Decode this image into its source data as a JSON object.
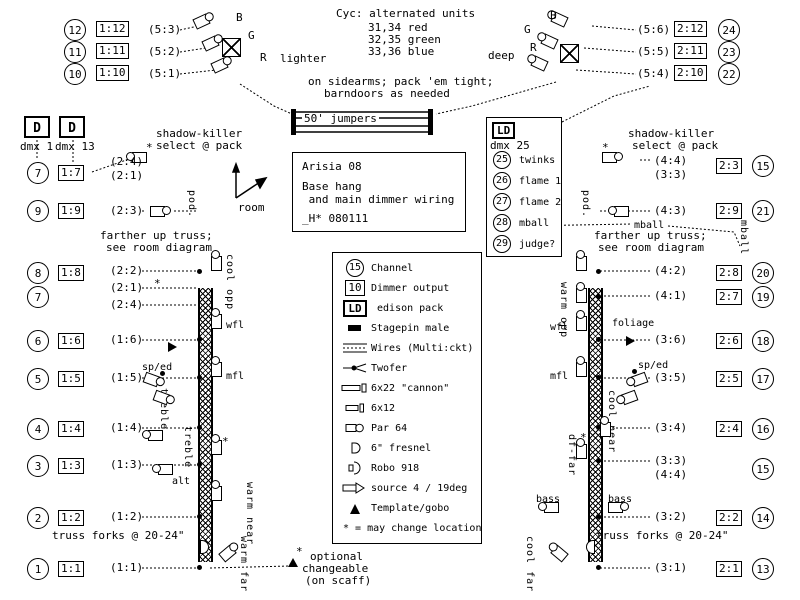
{
  "cyc": {
    "title": "Cyc: alternated units",
    "c1": "31,34 red",
    "c2": "32,35 green",
    "c3": "33,36 blue",
    "note1": "on sidearms; pack 'em tight;",
    "note2": "barndoors as needed",
    "jumpers": "50' jumpers",
    "lighter": "lighter",
    "deep": "deep",
    "gl_b": "B",
    "gl_g": "G",
    "gl_r": "R",
    "gr_b": "B",
    "gr_g": "G",
    "gr_r": "R",
    "left_rows": [
      {
        "ch": "12",
        "dim": "1:12",
        "ckt": "(5:3)"
      },
      {
        "ch": "11",
        "dim": "1:11",
        "ckt": "(5:2)"
      },
      {
        "ch": "10",
        "dim": "1:10",
        "ckt": "(5:1)"
      }
    ],
    "right_rows": [
      {
        "ch": "24",
        "dim": "2:12",
        "ckt": "(5:6)"
      },
      {
        "ch": "23",
        "dim": "2:11",
        "ckt": "(5:5)"
      },
      {
        "ch": "22",
        "dim": "2:10",
        "ckt": "(5:4)"
      }
    ]
  },
  "titlebox": {
    "l1": "Arisia 08",
    "l2": "Base hang",
    "l3": " and main dimmer wiring",
    "l4": "_H* 080111",
    "room": "room"
  },
  "dmx": {
    "d1": "D",
    "d1sub": "dmx 1",
    "d13": "D",
    "d13sub": "dmx 13",
    "ld": "LD",
    "ldsub": "dmx 25",
    "ld_rows": [
      {
        "ch": "25",
        "label": "twinks"
      },
      {
        "ch": "26",
        "label": "flame 1"
      },
      {
        "ch": "27",
        "label": "flame 2"
      },
      {
        "ch": "28",
        "label": "mball"
      },
      {
        "ch": "29",
        "label": "judge?"
      }
    ]
  },
  "left": {
    "shadow1": "shadow-killer",
    "shadow2": "select @ pack",
    "star": "*",
    "pod": "pod.",
    "farther1": "farther up truss;",
    "farther2": "see room diagram",
    "trussnote": "truss forks @ 20-24\"",
    "opt1": "optional",
    "opt2": "changeable",
    "opt3": "(on scaff)",
    "rows": [
      {
        "ch": "7",
        "dim": "1:7",
        "ckt1": "(2:4)",
        "ckt2": "(2:1)"
      },
      {
        "ch": "9",
        "dim": "1:9",
        "ckt1": "(2:3)"
      },
      {
        "ch": "8",
        "dim": "1:8",
        "ckt1": "(2:2)"
      },
      {
        "ch": "7",
        "ckt1": "(2:1)",
        "ckt2": "(2:4)"
      },
      {
        "ch": "6",
        "dim": "1:6",
        "ckt1": "(1:6)"
      },
      {
        "ch": "5",
        "dim": "1:5",
        "ckt1": "(1:5)"
      },
      {
        "ch": "4",
        "dim": "1:4",
        "ckt1": "(1:4)"
      },
      {
        "ch": "3",
        "dim": "1:3",
        "ckt1": "(1:3)"
      },
      {
        "ch": "2",
        "dim": "1:2",
        "ckt1": "(1:2)"
      },
      {
        "ch": "1",
        "dim": "1:1",
        "ckt1": "(1:1)"
      }
    ],
    "labels": {
      "coolopp": "cool opp",
      "wfl": "wfl",
      "mfl": "mfl",
      "sped": "sp/ed",
      "treble1": "treble",
      "treble2": "treble",
      "alt": "alt",
      "warmnear": "warm near",
      "warmfar": "warm far"
    }
  },
  "right": {
    "shadow1": "shadow-killer",
    "shadow2": "select @ pack",
    "star": "*",
    "pod": "pod.",
    "mball": "mball",
    "mballv": "mball",
    "farther1": "farther up truss;",
    "farther2": "see room diagram",
    "trussnote": "truss forks @ 20-24\"",
    "rows": [
      {
        "ch": "15",
        "dim": "2:3",
        "ckt1": "(4:4)",
        "ckt2": "(3:3)"
      },
      {
        "ch": "21",
        "dim": "2:9",
        "ckt1": "(4:3)"
      },
      {
        "ch": "20",
        "dim": "2:8",
        "ckt1": "(4:2)"
      },
      {
        "ch": "19",
        "dim": "2:7",
        "ckt1": "(4:1)"
      },
      {
        "ch": "18",
        "dim": "2:6",
        "ckt1": "(3:6)"
      },
      {
        "ch": "17",
        "dim": "2:5",
        "ckt1": "(3:5)"
      },
      {
        "ch": "16",
        "dim": "2:4",
        "ckt1": "(3:4)"
      },
      {
        "ch": "15",
        "ckt1": "(3:3)",
        "ckt2": "(4:4)"
      },
      {
        "ch": "14",
        "dim": "2:2",
        "ckt1": "(3:2)"
      },
      {
        "ch": "13",
        "dim": "2:1",
        "ckt1": "(3:1)"
      }
    ],
    "labels": {
      "warmopp": "warm opp",
      "wfl": "wfl",
      "foliage": "foliage",
      "mfl": "mfl",
      "sped": "sp/ed",
      "coolnear": "cool near",
      "dffar": "df-far",
      "bass1": "bass",
      "bass2": "bass",
      "coolfar": "cool far"
    }
  },
  "legend": {
    "sym_channel": "15",
    "sym_dimmer": "10",
    "sym_ld": "LD",
    "items": [
      {
        "label": "Channel"
      },
      {
        "label": "Dimmer output"
      },
      {
        "label": " edison pack"
      },
      {
        "label": "Stagepin male"
      },
      {
        "label": "Wires (Multi:ckt)"
      },
      {
        "label": "Twofer"
      },
      {
        "label": "6x22 \"cannon\""
      },
      {
        "label": "6x12"
      },
      {
        "label": "Par 64"
      },
      {
        "label": "6\" fresnel"
      },
      {
        "label": "Robo 918"
      },
      {
        "label": "source 4 / 19deg"
      },
      {
        "label": "Template/gobo"
      },
      {
        "label": "* = may change location"
      }
    ]
  }
}
